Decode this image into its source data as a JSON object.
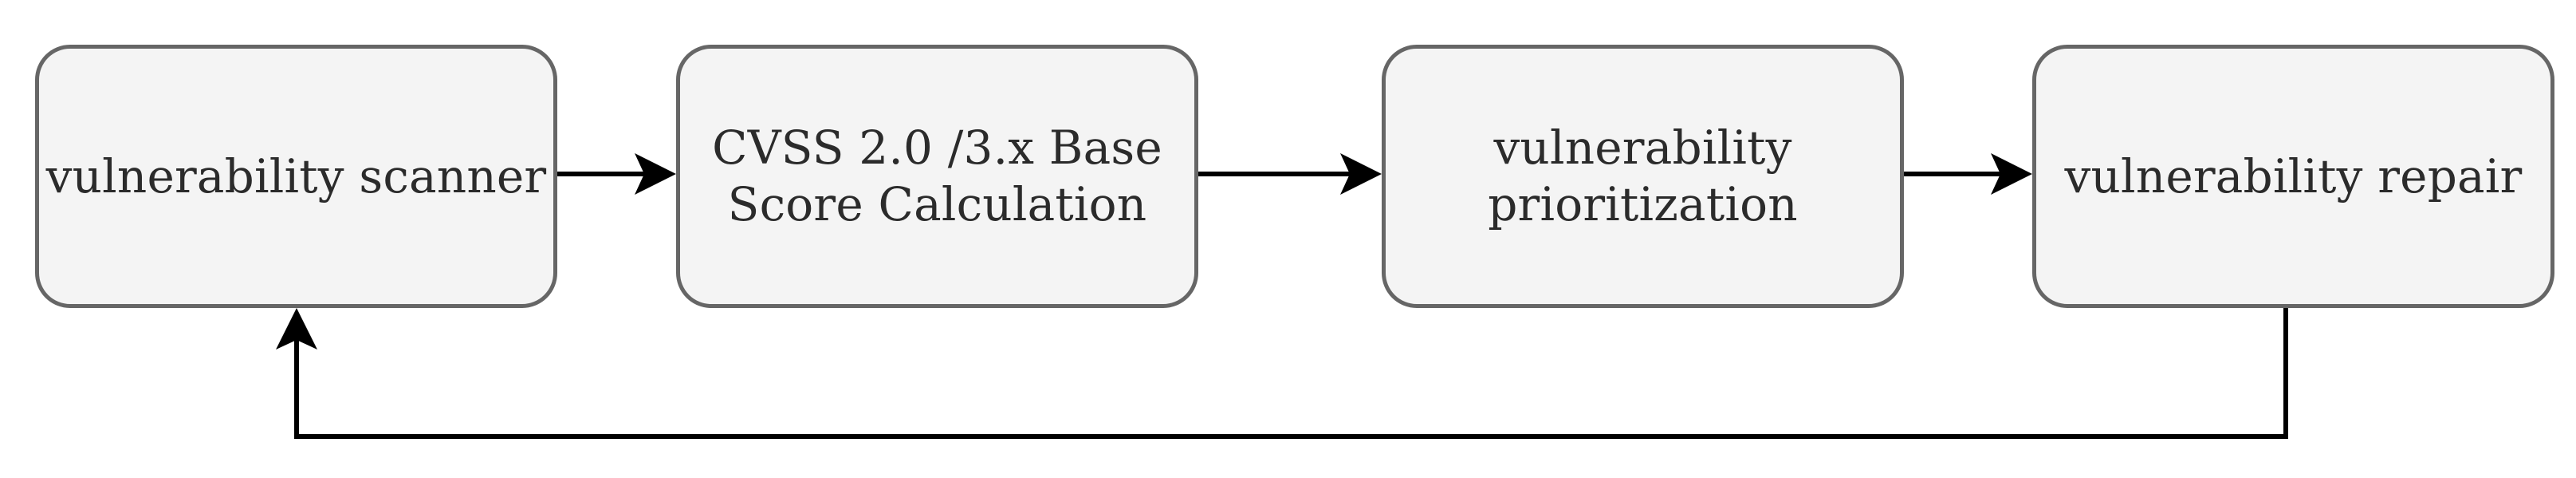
{
  "diagram": {
    "nodes": [
      {
        "id": "scanner",
        "label": "vulnerability scanner"
      },
      {
        "id": "cvss",
        "label": "CVSS 2.0 /3.x Base\nScore Calculation"
      },
      {
        "id": "prioritization",
        "label": "vulnerability\nprioritization"
      },
      {
        "id": "repair",
        "label": "vulnerability repair"
      }
    ],
    "edges": [
      {
        "from": "scanner",
        "to": "cvss"
      },
      {
        "from": "cvss",
        "to": "prioritization"
      },
      {
        "from": "prioritization",
        "to": "repair"
      },
      {
        "from": "repair",
        "to": "scanner"
      }
    ],
    "colors": {
      "box_fill": "#f4f4f4",
      "box_border": "#666666",
      "text": "#2b2b2b",
      "arrow": "#000000"
    }
  }
}
